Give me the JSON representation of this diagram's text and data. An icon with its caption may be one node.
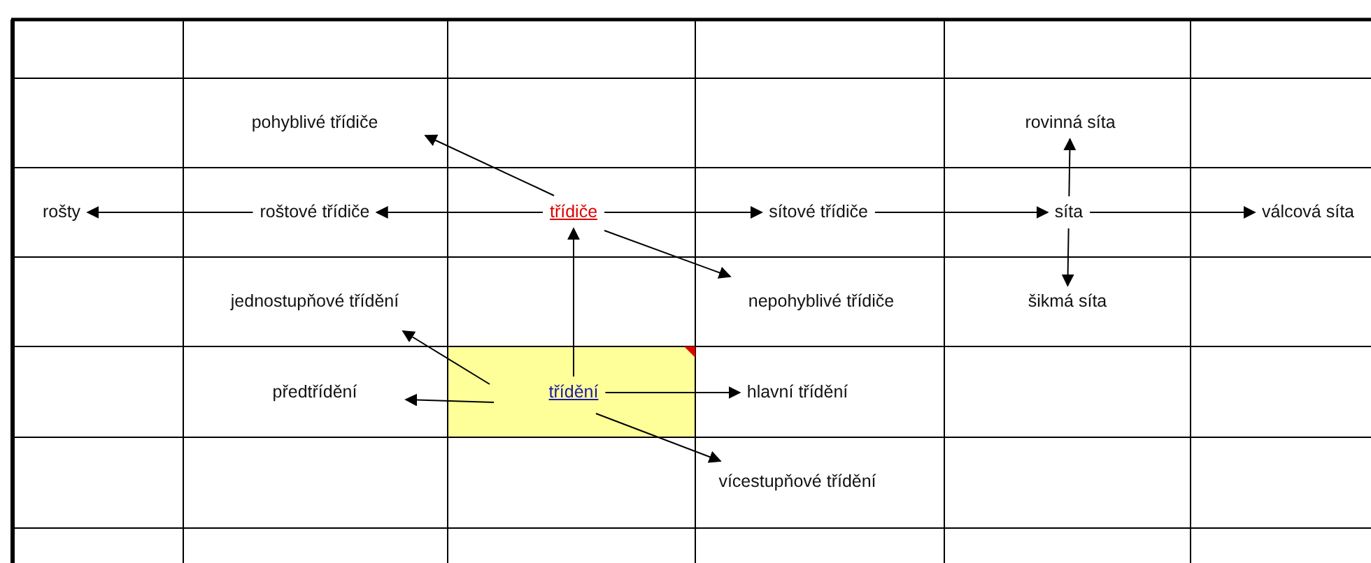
{
  "diagram": {
    "nodes": [
      {
        "text": [
          "pohyblivé třídiče"
        ]
      },
      {
        "text": [
          "rovinná síta"
        ]
      },
      {
        "text": [
          "rošty"
        ]
      },
      {
        "text": [
          "roštové třídiče"
        ]
      },
      {
        "text": [
          "třídiče"
        ]
      },
      {
        "text": [
          "sítové třídiče"
        ]
      },
      {
        "text": [
          "síta"
        ]
      },
      {
        "text": [
          "válcová síta"
        ]
      },
      {
        "text": [
          "jednostupňové třídění"
        ]
      },
      {
        "text": [
          "nepohyblivé třídiče"
        ]
      },
      {
        "text": [
          "šikmá síta"
        ]
      },
      {
        "text": [
          "předtřídění"
        ]
      },
      {
        "text": [
          "třídění"
        ]
      },
      {
        "text": [
          "hlavní třídění"
        ]
      },
      {
        "text": [
          "vícestupňové třídění"
        ]
      }
    ],
    "edges": [
      {
        "from": 4,
        "to": 0,
        "arrow": "to"
      },
      {
        "from": 4,
        "to": 3,
        "arrow": "to"
      },
      {
        "from": 3,
        "to": 2,
        "arrow": "to"
      },
      {
        "from": 4,
        "to": 5,
        "arrow": "to"
      },
      {
        "from": 4,
        "to": 9,
        "arrow": "to"
      },
      {
        "from": 5,
        "to": 6,
        "arrow": "to"
      },
      {
        "from": 6,
        "to": 1,
        "arrow": "to"
      },
      {
        "from": 6,
        "to": 7,
        "arrow": "to"
      },
      {
        "from": 6,
        "to": 10,
        "arrow": "to"
      },
      {
        "from": 12,
        "to": 4,
        "arrow": "to"
      },
      {
        "from": 12,
        "to": 8,
        "arrow": "to"
      },
      {
        "from": 12,
        "to": 11,
        "arrow": "to"
      },
      {
        "from": 12,
        "to": 13,
        "arrow": "to"
      },
      {
        "from": 12,
        "to": 14,
        "arrow": "to"
      }
    ]
  }
}
